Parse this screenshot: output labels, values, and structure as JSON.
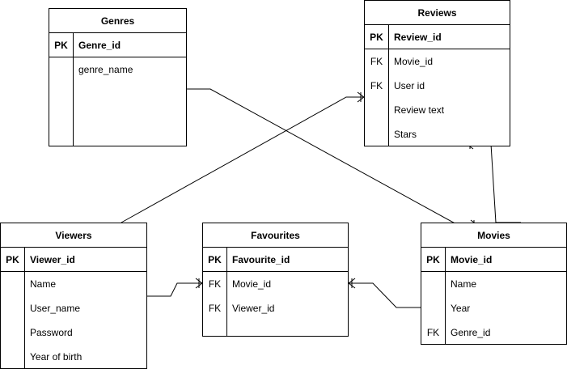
{
  "entities": {
    "genres": {
      "title": "Genres",
      "pk": {
        "key": "PK",
        "name": "Genre_id"
      },
      "fields": [
        {
          "key": "",
          "name": "genre_name"
        }
      ]
    },
    "reviews": {
      "title": "Reviews",
      "pk": {
        "key": "PK",
        "name": "Review_id"
      },
      "fields": [
        {
          "key": "FK",
          "name": "Movie_id"
        },
        {
          "key": "FK",
          "name": "User id"
        },
        {
          "key": "",
          "name": "Review text"
        },
        {
          "key": "",
          "name": "Stars"
        }
      ]
    },
    "viewers": {
      "title": "Viewers",
      "pk": {
        "key": "PK",
        "name": "Viewer_id"
      },
      "fields": [
        {
          "key": "",
          "name": "Name"
        },
        {
          "key": "",
          "name": "User_name"
        },
        {
          "key": "",
          "name": "Password"
        },
        {
          "key": "",
          "name": "Year of birth"
        }
      ]
    },
    "favourites": {
      "title": "Favourites",
      "pk": {
        "key": "PK",
        "name": "Favourite_id"
      },
      "fields": [
        {
          "key": "FK",
          "name": "Movie_id"
        },
        {
          "key": "FK",
          "name": "Viewer_id"
        }
      ]
    },
    "movies": {
      "title": "Movies",
      "pk": {
        "key": "PK",
        "name": "Movie_id"
      },
      "fields": [
        {
          "key": "",
          "name": "Name"
        },
        {
          "key": "",
          "name": "Year"
        },
        {
          "key": "FK",
          "name": "Genre_id"
        }
      ]
    }
  },
  "colors": {
    "line": "#000000",
    "background": "#ffffff",
    "text": "#000000"
  }
}
